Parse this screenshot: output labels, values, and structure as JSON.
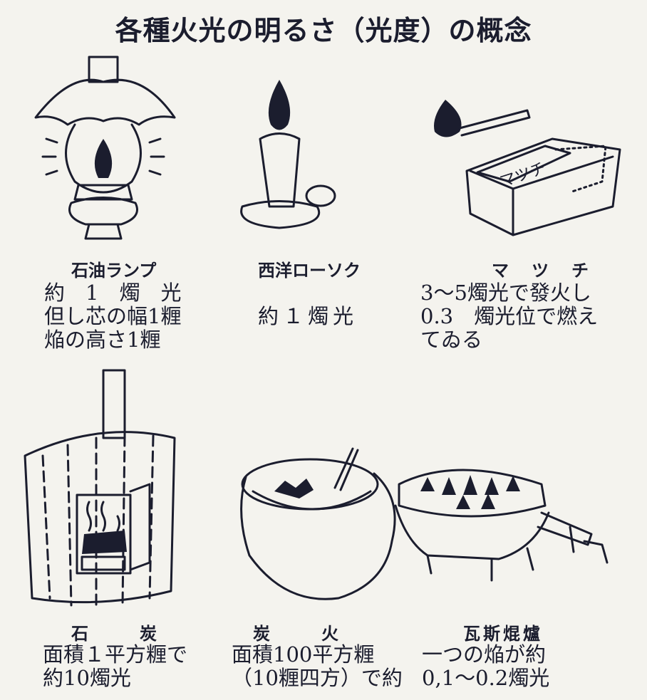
{
  "title": "各種火光の明るさ（光度）の概念",
  "items": [
    {
      "name": "石油ランプ",
      "lines": [
        "約　1　燭　光",
        "但し芯の幅1糎",
        "焔の高さ1糎"
      ]
    },
    {
      "name": "西洋ローソク",
      "lines": [
        "約１燭光"
      ]
    },
    {
      "name": "マ　ツ　チ",
      "lines": [
        "3〜5燭光で發火し",
        "0.3　燭光位で燃え",
        "てゐる"
      ],
      "box_label": "マツチ"
    },
    {
      "name": "石　　　炭",
      "lines": [
        "面積１平方糎で",
        "約10燭光"
      ]
    },
    {
      "name": "炭　　　火",
      "lines": [
        "面積100平方糎",
        "（10糎四方）で約"
      ]
    },
    {
      "name": "瓦斯焜爐",
      "lines": [
        "一つの焔が約",
        "0,1〜0.2燭光"
      ]
    }
  ]
}
